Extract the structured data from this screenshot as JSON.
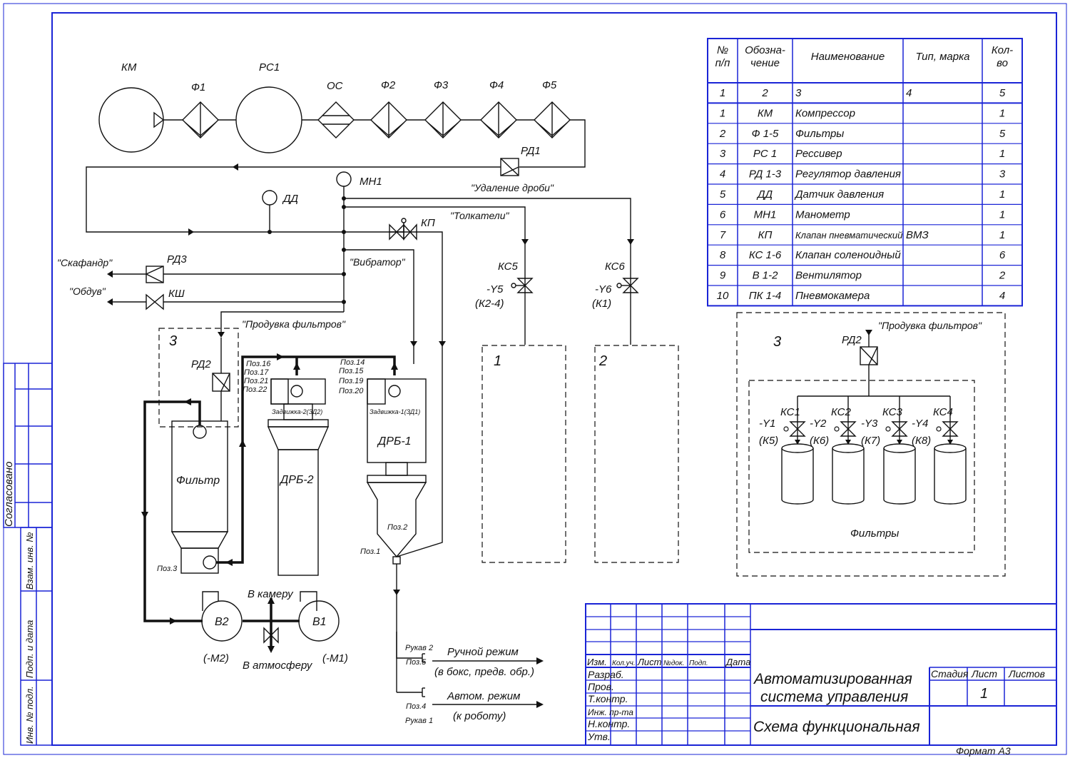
{
  "colors": {
    "frame": "#1a24d6",
    "line": "#111111",
    "paper": "#ffffff"
  },
  "side_stamp": {
    "agreed": "Согласовано",
    "inv_no_orig": "Инв. № подл.",
    "sign_date": "Подп. и дата",
    "replace_inv": "Взам. инв. №"
  },
  "equipment": {
    "km": "КМ",
    "f1": "Ф1",
    "rs1": "РС1",
    "os": "ОС",
    "f2": "Ф2",
    "f3": "Ф3",
    "f4": "Ф4",
    "f5": "Ф5",
    "rd1": "РД1",
    "mn1": "МН1",
    "dd": "ДД",
    "kp": "КП",
    "rd3": "РД3",
    "ksh": "КШ",
    "rd2": "РД2",
    "kc5": "КС5",
    "y5": "-Y5",
    "k24": "(К2-4)",
    "kc6": "КС6",
    "y6": "-Y6",
    "k1": "(К1)",
    "v1": "В1",
    "v2": "В2",
    "m1": "(-М1)",
    "m2": "(-М2)",
    "drb1": "ДРБ-1",
    "drb2": "ДРБ-2",
    "filter": "Фильтр",
    "gate1": "Задвижка-1(ЗД1)",
    "gate2": "Задвижка-2(ЗД2)",
    "box3": "3",
    "box1": "1",
    "box2": "2"
  },
  "flow_labels": {
    "shot_removal": "\"Удаление дроби\"",
    "pushers": "\"Толкатели\"",
    "vibrator": "\"Вибратор\"",
    "suit": "\"Скафандр\"",
    "blowoff": "\"Обдув\"",
    "filter_purge": "\"Продувка фильтров\"",
    "to_chamber": "В камеру",
    "to_atmosphere": "В атмосферу",
    "manual_mode": "Ручной режим",
    "manual_note": "(в бокс, предв. обр.)",
    "auto_mode": "Автом. режим",
    "auto_note": "(к роботу)"
  },
  "positions": {
    "p16": "Поз.16",
    "p17": "Поз.17",
    "p21": "Поз.21",
    "p22": "Поз.22",
    "p14": "Поз.14",
    "p15": "Поз.15",
    "p19": "Поз.19",
    "p20": "Поз.20",
    "p3": "Поз.3",
    "p2": "Поз.2",
    "p1": "Поз.1",
    "p5": "Поз.5",
    "p4": "Поз.4",
    "hose2": "Рукав 2",
    "hose1": "Рукав 1"
  },
  "detail": {
    "number": "3",
    "rd2": "РД2",
    "purge": "\"Продувка фильтров\"",
    "filters_label": "Фильтры",
    "valves": [
      {
        "kc": "КС1",
        "y": "-Y1",
        "k": "(К5)"
      },
      {
        "kc": "КС2",
        "y": "-Y2",
        "k": "(К6)"
      },
      {
        "kc": "КС3",
        "y": "-Y3",
        "k": "(К7)"
      },
      {
        "kc": "КС4",
        "y": "-Y4",
        "k": "(К8)"
      }
    ]
  },
  "spec_table": {
    "headers": [
      "№\nп/п",
      "Обозна-\nчение",
      "Наименование",
      "Тип, марка",
      "Кол-\nво"
    ],
    "index_row": [
      "1",
      "2",
      "3",
      "4",
      "5"
    ],
    "rows": [
      [
        "1",
        "КМ",
        "Компрессор",
        "",
        "1"
      ],
      [
        "2",
        "Ф 1-5",
        "Фильтры",
        "",
        "5"
      ],
      [
        "3",
        "РС 1",
        "Рессивер",
        "",
        "1"
      ],
      [
        "4",
        "РД 1-3",
        "Регулятор давления",
        "",
        "3"
      ],
      [
        "5",
        "ДД",
        "Датчик давления",
        "",
        "1"
      ],
      [
        "6",
        "МН1",
        "Манометр",
        "",
        "1"
      ],
      [
        "7",
        "КП",
        "Клапан пневматический",
        "ВМЗ",
        "1"
      ],
      [
        "8",
        "КС 1-6",
        "Клапан соленоидный",
        "",
        "6"
      ],
      [
        "9",
        "В 1-2",
        "Вентилятор",
        "",
        "2"
      ],
      [
        "10",
        "ПК 1-4",
        "Пневмокамера",
        "",
        "4"
      ]
    ]
  },
  "title_block": {
    "col_heads": [
      "Изм.",
      "Кол.уч.",
      "Лист",
      "№док.",
      "Подп.",
      "Дата"
    ],
    "roles": [
      "Разраб.",
      "Пров.",
      "Т.контр.",
      "Инж. пр-та",
      "Н.контр.",
      "Утв."
    ],
    "title_line1": "Автоматизированная",
    "title_line2": "система управления",
    "doc_type": "Схема функциональная",
    "stage": "Стадия",
    "sheet": "Лист",
    "sheets": "Листов",
    "sheet_no": "1",
    "format": "Формат  А3"
  }
}
